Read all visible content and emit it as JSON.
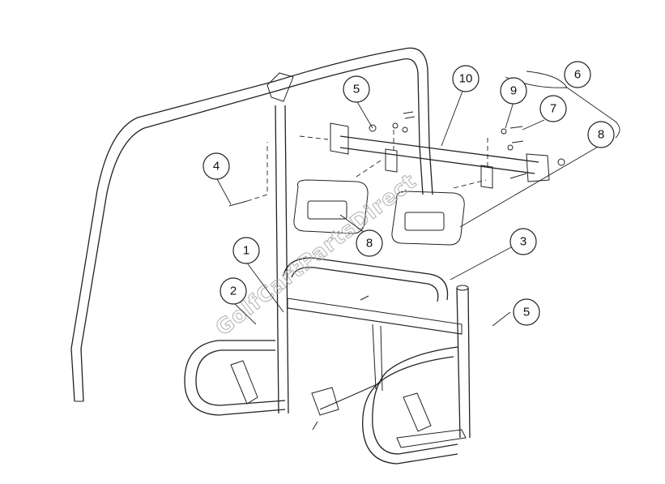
{
  "diagram": {
    "watermark": "GolfCartPartsDirect",
    "callouts": [
      {
        "id": "c1",
        "label": "1"
      },
      {
        "id": "c2",
        "label": "2"
      },
      {
        "id": "c3",
        "label": "3"
      },
      {
        "id": "c4",
        "label": "4"
      },
      {
        "id": "c5a",
        "label": "5"
      },
      {
        "id": "c5b",
        "label": "5"
      },
      {
        "id": "c6",
        "label": "6"
      },
      {
        "id": "c7",
        "label": "7"
      },
      {
        "id": "c8a",
        "label": "8"
      },
      {
        "id": "c8b",
        "label": "8"
      },
      {
        "id": "c9",
        "label": "9"
      },
      {
        "id": "c10",
        "label": "10"
      }
    ]
  }
}
